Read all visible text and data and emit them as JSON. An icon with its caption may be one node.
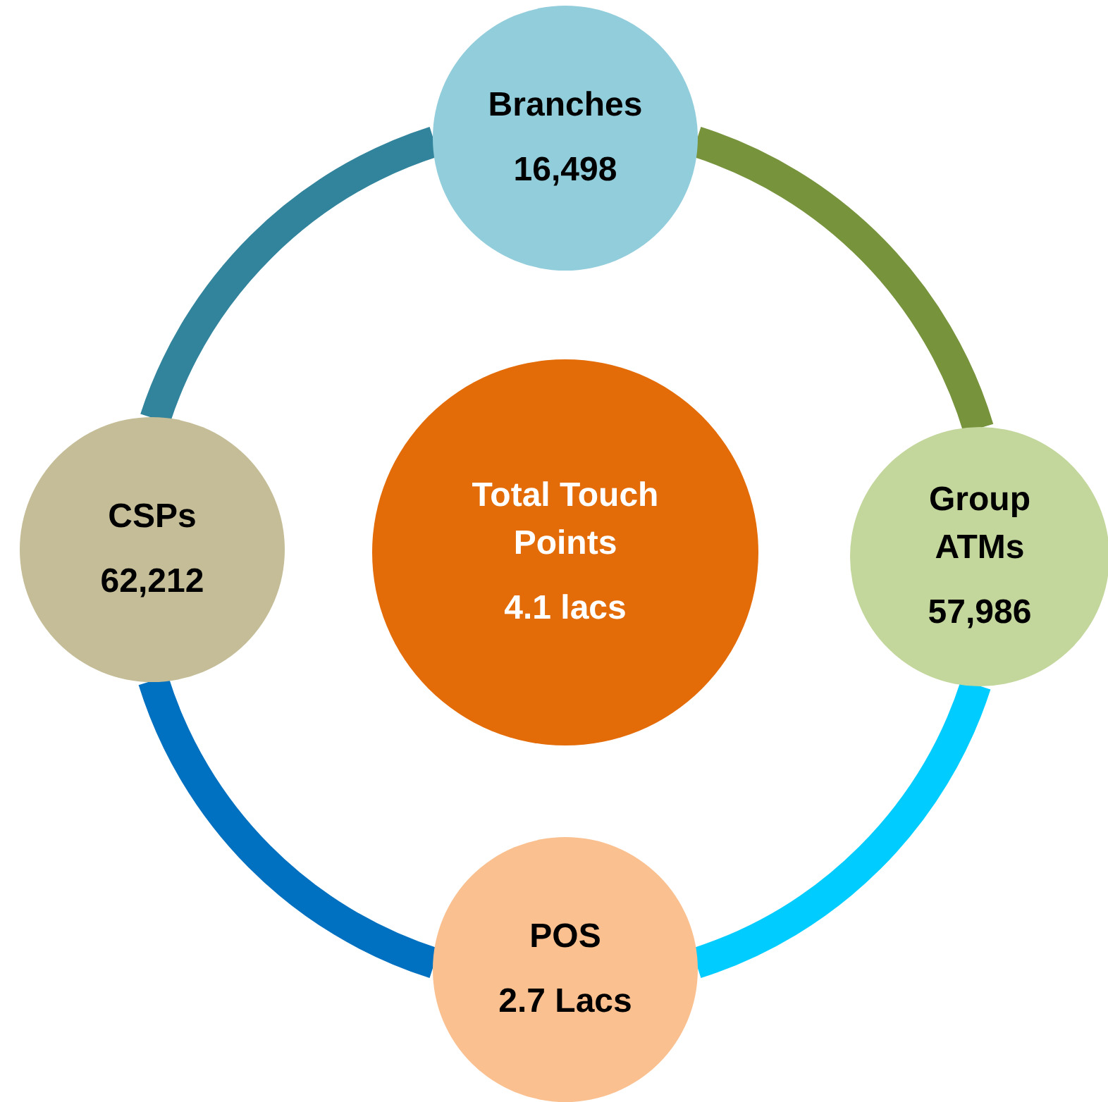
{
  "diagram": {
    "nodes": [
      {
        "text": [
          "Branches",
          "16,498"
        ]
      },
      {
        "text": [
          "CSPs",
          "62,212"
        ]
      },
      {
        "text": [
          "Total Touch Points",
          "4.1 lacs"
        ]
      },
      {
        "text": [
          "Group ATMs",
          "57,986"
        ]
      },
      {
        "text": [
          "POS",
          "2.7 Lacs"
        ]
      }
    ],
    "edges": [
      {
        "from": 0,
        "to": 3,
        "arrow": "none",
        "color": "#77933c"
      },
      {
        "from": 3,
        "to": 4,
        "arrow": "none",
        "color": "#00ccff"
      },
      {
        "from": 4,
        "to": 1,
        "arrow": "none",
        "color": "#0070c0"
      },
      {
        "from": 1,
        "to": 0,
        "arrow": "none",
        "color": "#31849b"
      }
    ]
  }
}
